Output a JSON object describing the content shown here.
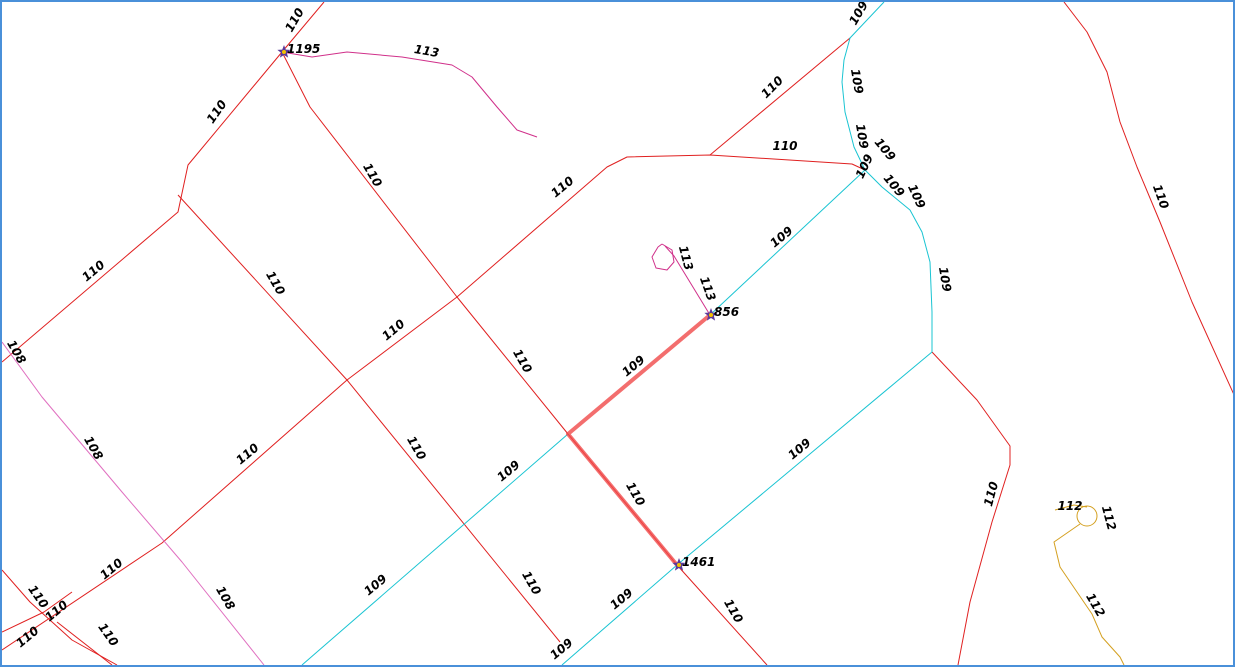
{
  "map": {
    "colors": {
      "red_road": "#e02020",
      "cyan_road": "#19c4d2",
      "magenta_road": "#d0308a",
      "pink_road": "#e070c0",
      "yellow_road": "#d4a020",
      "route_highlight": "#f04a4a",
      "node_star": "#5a3a9a",
      "node_center": "#f2c200",
      "frame_border": "#4a90d9"
    },
    "nodes": [
      {
        "id": "1195"
      },
      {
        "id": "856"
      },
      {
        "id": "1461"
      }
    ],
    "road_labels": [
      "110",
      "110",
      "113",
      "110",
      "110",
      "110",
      "110",
      "110",
      "110",
      "110",
      "110",
      "110",
      "110",
      "110",
      "110",
      "110",
      "110",
      "110",
      "110",
      "110",
      "110",
      "110",
      "109",
      "109",
      "109",
      "109",
      "109",
      "109",
      "109",
      "109",
      "109",
      "109",
      "109",
      "109",
      "109",
      "113",
      "113",
      "108",
      "108",
      "108",
      "112",
      "112",
      "112"
    ]
  }
}
